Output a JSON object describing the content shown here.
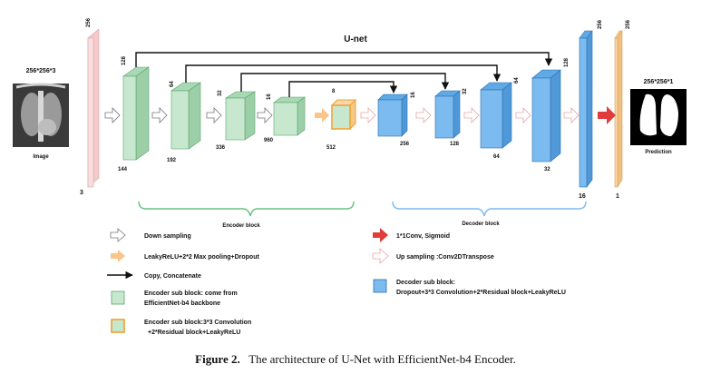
{
  "title": "U-net",
  "input": {
    "size_label": "256*256*3",
    "caption": "Image",
    "channels": "3",
    "height": "256"
  },
  "output": {
    "size_label": "256*256*1",
    "caption": "Prediction",
    "channels": "1",
    "height": "256"
  },
  "encoder": {
    "label": "Encoder block",
    "blocks": [
      {
        "top": "128",
        "bottom": "144"
      },
      {
        "top": "64",
        "bottom": "192"
      },
      {
        "top": "32",
        "bottom": "336"
      },
      {
        "top": "16",
        "bottom": "960"
      },
      {
        "top": "8",
        "bottom": "512"
      }
    ]
  },
  "decoder": {
    "label": "Decoder block",
    "blocks": [
      {
        "top": "16",
        "bottom": "256"
      },
      {
        "top": "32",
        "bottom": "128"
      },
      {
        "top": "64",
        "bottom": "64"
      },
      {
        "top": "128",
        "bottom": "32"
      },
      {
        "top": "256",
        "bottom": "16"
      }
    ]
  },
  "legend": {
    "down_sampling": "Down sampling",
    "pooling": "LeakyReLU+2*2 Max pooling+Dropout",
    "concat": "Copy, Concatenate",
    "enc_sub_1": "Encoder sub block: come from",
    "enc_sub_2": "EfficientNet-b4 backbone",
    "enc_sub3_1": "Encoder sub block:3*3 Convolution",
    "enc_sub3_2": "+2*Residual block+LeakyReLU",
    "conv1": "1*1Conv, Sigmoid",
    "upsampling": "Up sampling :Conv2DTranspose",
    "dec_sub_1": "Decoder sub block:",
    "dec_sub_2": "Dropout+3*3 Convolution+2*Residual block+LeakyReLU"
  },
  "caption": {
    "label": "Figure 2.",
    "text": "The architecture of U-Net with EfficientNet-b4 Encoder."
  },
  "colors": {
    "green": "#c7e8cf",
    "green_stroke": "#5aa46c",
    "blue": "#7cbbef",
    "blue_stroke": "#2f6fb0",
    "pink": "#f9dede",
    "pink_stroke": "#d9a5a5",
    "peach": "#f9d7a8",
    "peach_stroke": "#d9a060",
    "orange": "#f0a030",
    "red": "#e03c3c"
  }
}
